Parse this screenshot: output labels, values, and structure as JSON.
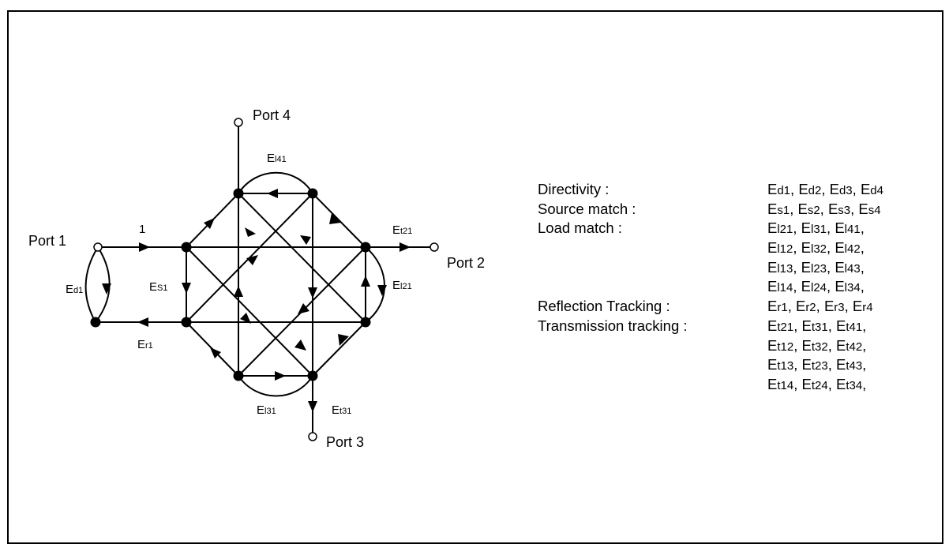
{
  "ports": {
    "port1": "Port 1",
    "port2": "Port 2",
    "port3": "Port 3",
    "port4": "Port 4"
  },
  "branch_labels": {
    "one": "1",
    "ed1": {
      "base": "E",
      "sub": "d1"
    },
    "es1": {
      "base": "E",
      "sub": "S1"
    },
    "er1": {
      "base": "E",
      "sub": "r1"
    },
    "el41": {
      "base": "E",
      "sub": "l41"
    },
    "et21": {
      "base": "E",
      "sub": "t21"
    },
    "el21": {
      "base": "E",
      "sub": "l21"
    },
    "el31": {
      "base": "E",
      "sub": "l31"
    },
    "et31": {
      "base": "E",
      "sub": "t31"
    }
  },
  "legend": {
    "rows": [
      {
        "category": "Directivity :",
        "terms": [
          [
            "E",
            "d1",
            ", "
          ],
          [
            "E",
            "d2",
            ", "
          ],
          [
            "E",
            "d3",
            ", "
          ],
          [
            "E",
            "d4",
            ""
          ]
        ]
      },
      {
        "category": "Source match :",
        "terms": [
          [
            "E",
            "s1",
            ", "
          ],
          [
            "E",
            "s2",
            ", "
          ],
          [
            "E",
            "s3",
            ", "
          ],
          [
            "E",
            "s4",
            ""
          ]
        ]
      },
      {
        "category": "Load match :",
        "terms": [
          [
            "E",
            "l21",
            ", "
          ],
          [
            "E",
            "l31",
            ", "
          ],
          [
            "E",
            "l41",
            ","
          ]
        ]
      },
      {
        "category": "",
        "terms": [
          [
            "E",
            "l12",
            ", "
          ],
          [
            "E",
            "l32",
            ", "
          ],
          [
            "E",
            "l42",
            ","
          ]
        ]
      },
      {
        "category": "",
        "terms": [
          [
            "E",
            "l13",
            ", "
          ],
          [
            "E",
            "l23",
            ", "
          ],
          [
            "E",
            "l43",
            ","
          ]
        ]
      },
      {
        "category": "",
        "terms": [
          [
            "E",
            "l14",
            ", "
          ],
          [
            "E",
            "l24",
            ", "
          ],
          [
            "E",
            "l34",
            ","
          ]
        ]
      },
      {
        "category": "Reflection Tracking :",
        "terms": [
          [
            "E",
            "r1",
            ", "
          ],
          [
            "E",
            "r2",
            ", "
          ],
          [
            "E",
            "r3",
            ", "
          ],
          [
            "E",
            "r4",
            ""
          ]
        ]
      },
      {
        "category": "Transmission tracking :",
        "terms": [
          [
            "E",
            "t21",
            ", "
          ],
          [
            "E",
            "t31",
            ", "
          ],
          [
            "E",
            "t41",
            ","
          ]
        ]
      },
      {
        "category": "",
        "terms": [
          [
            "E",
            "t12",
            ", "
          ],
          [
            "E",
            "t32",
            ", "
          ],
          [
            "E",
            "t42",
            ","
          ]
        ]
      },
      {
        "category": "",
        "terms": [
          [
            "E",
            "t13",
            ", "
          ],
          [
            "E",
            "t23",
            ", "
          ],
          [
            "E",
            "t43",
            ","
          ]
        ]
      },
      {
        "category": "",
        "terms": [
          [
            "E",
            "t14",
            ", "
          ],
          [
            "E",
            "t24",
            ", "
          ],
          [
            "E",
            "t34",
            ","
          ]
        ]
      }
    ]
  }
}
